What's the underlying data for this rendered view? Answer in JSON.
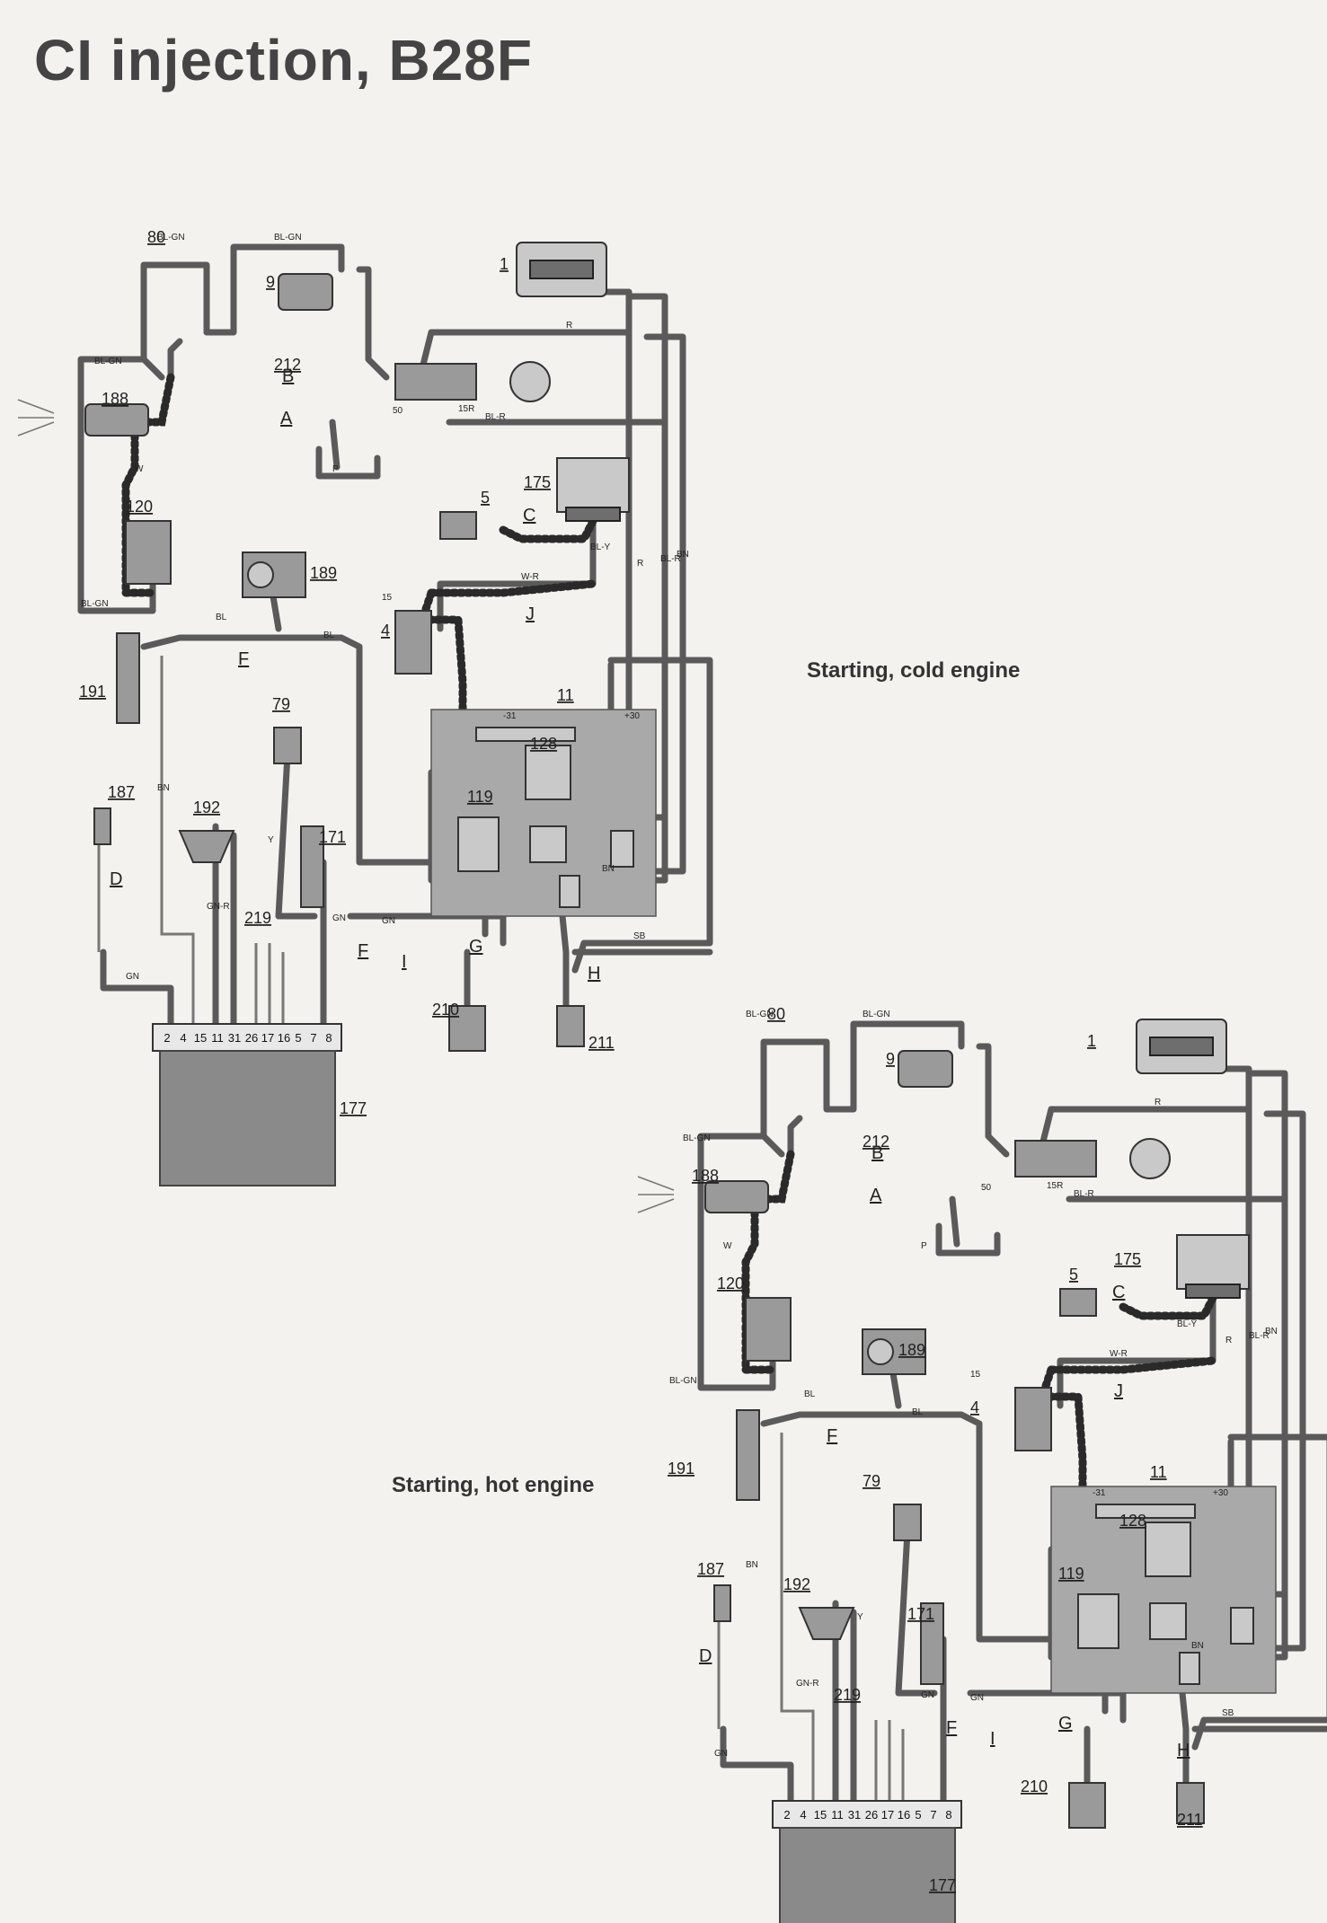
{
  "title": "CI injection, B28F",
  "captions": {
    "cold": "Starting, cold engine",
    "hot": "Starting, hot engine"
  },
  "components": {
    "c1": "1",
    "c4": "4",
    "c5": "5",
    "c9": "9",
    "c11": "11",
    "c79": "79",
    "c80": "80",
    "c119": "119",
    "c120": "120",
    "c128": "128",
    "c171": "171",
    "c175": "175",
    "c177": "177",
    "c187": "187",
    "c188": "188",
    "c189": "189",
    "c191": "191",
    "c192": "192",
    "c210": "210",
    "c211": "211",
    "c212": "212",
    "c219": "219"
  },
  "connectors": {
    "A": "A",
    "B": "B",
    "C": "C",
    "D": "D",
    "F": "F",
    "G": "G",
    "H": "H",
    "I": "I",
    "J": "J"
  },
  "ecu_pins": [
    "2",
    "4",
    "15",
    "11",
    "31",
    "26",
    "17",
    "16",
    "5",
    "7",
    "8"
  ],
  "wire_codes": {
    "bl_gn": "BL-GN",
    "w": "W",
    "w_r": "W-R",
    "bl": "BL",
    "sb": "SB",
    "bn": "BN",
    "gn": "GN",
    "r": "R",
    "p": "P",
    "y": "Y",
    "bl_r": "BL-R",
    "bl_y": "BL-Y",
    "gn_r": "GN-R",
    "t15": "15",
    "t31": "-31",
    "t30": "+30",
    "t50": "50",
    "t15r": "15R"
  },
  "colors": {
    "wire": "#5a5a5a",
    "active_wire": "#2a2a2a",
    "component": "#9a9a9a",
    "relay_box": "#a9a9a9",
    "ecu": "#8a8a8a"
  }
}
